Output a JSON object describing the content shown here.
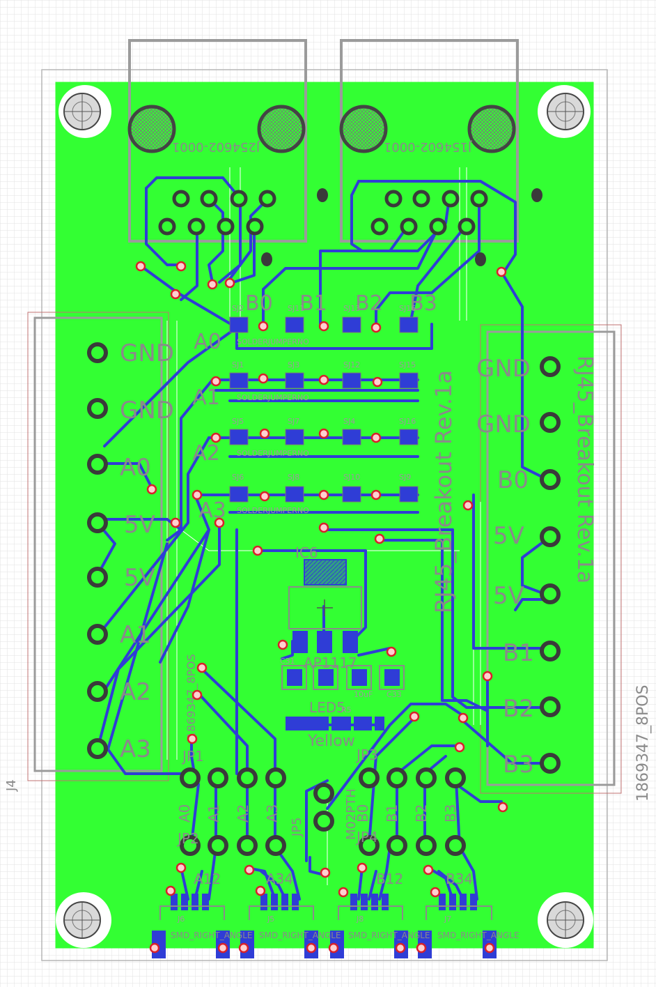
{
  "colors": {
    "background": "#ffffff",
    "grid": "#e2e2e2",
    "board": "#33ff33",
    "trace": "#2f3dd6",
    "pad_ring": "#3a3a3a",
    "via": "#d8202a",
    "silk": "#8a8a8a",
    "outline": "#9b9b9b",
    "edge_red": "#d06060"
  },
  "connectors_top": [
    {
      "label": "J254602-0001"
    },
    {
      "label": "J154602-0001"
    }
  ],
  "left_terminal": {
    "ref": "J4",
    "part": "1869347_8POS",
    "labels": [
      "GND",
      "GND",
      "A0",
      "5V",
      "5V",
      "A1",
      "A2",
      "A3"
    ]
  },
  "right_terminal": {
    "part": "1869347_8POS",
    "board_title": "RJ45_Breakout Rev.1a",
    "labels": [
      "GND",
      "GND",
      "B0",
      "5V",
      "5V",
      "B1",
      "B2",
      "B3"
    ]
  },
  "center_title": "RJ45_Breakout Rev.1a",
  "jumpers": {
    "column_labels": [
      "B0",
      "B1",
      "B2",
      "B3"
    ],
    "row_labels": [
      "A0",
      "A1",
      "A2",
      "A3"
    ],
    "designators": [
      [
        "SJ2",
        "SJ11",
        "SJ13",
        "SJ16"
      ],
      [
        "SJ1",
        "SJ3",
        "SJ12",
        "SJ15"
      ],
      [
        "SJ5",
        "SJ7",
        "SJ4",
        "SJ16"
      ],
      [
        "SJ6",
        "SJ8",
        "SJ10",
        "SJ9"
      ]
    ],
    "value_text": "SOLDERJUMPERNO"
  },
  "regulator": {
    "ref": "IC6",
    "part": "AP1117",
    "cap_left": "C31",
    "cap_right": "10uF",
    "cap_right2": "C33"
  },
  "led": {
    "ref": "LED5",
    "color": "Yellow",
    "resistor": "R5"
  },
  "headers": {
    "jp1": {
      "ref": "JP1",
      "pins": [
        "A0",
        "A1",
        "A2",
        "A3"
      ]
    },
    "jp2": {
      "ref": "JP2",
      "label": "A12",
      "label2": "A34"
    },
    "jp3": {
      "ref": "JP3",
      "pins": [
        "B0",
        "B1",
        "B2",
        "B3"
      ]
    },
    "jp4": {
      "ref": "JP4",
      "label": "B12",
      "label2": "B34"
    },
    "jp5": {
      "ref": "JP5",
      "part": "M02PTH"
    }
  },
  "bottom_connectors": [
    {
      "ref": "J6",
      "value": "SMD_RIGHT_ANGLE"
    },
    {
      "ref": "J5",
      "value": "SMD_RIGHT_ANGLE"
    },
    {
      "ref": "J8",
      "value": "SMD_RIGHT_ANGLE"
    },
    {
      "ref": "J7",
      "value": "SMD_RIGHT_ANGLE"
    }
  ]
}
